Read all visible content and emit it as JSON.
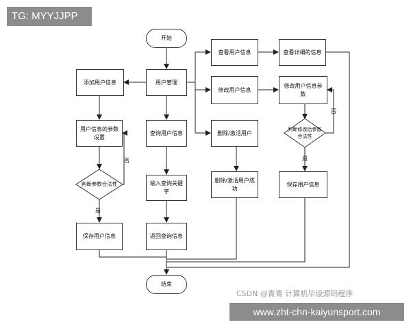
{
  "tag": "TG: MYYJJPP",
  "nodes": {
    "start": "开始",
    "user_mgmt": "用户管理",
    "add_user": "添加用户信息",
    "set_params": "用户信息的参数设置",
    "judge_params": "判断参数合法性",
    "save_left": "保存用户信息",
    "query": "查询用户信息",
    "input_keyword": "输入查询关键字",
    "return_query": "返回查询信息",
    "view": "查看用户信息",
    "view_detail": "查看详细的信息",
    "modify": "修改用户信息",
    "modify_params": "修改用户信息参数",
    "judge_modify": "判断修改后参数合法性",
    "save_right": "保存用户信息",
    "delete": "删除/激活用户",
    "delete_success": "删除/激活用户成功",
    "end": "结束"
  },
  "edge_labels": {
    "no_left": "否",
    "yes_left": "是",
    "no_right": "否",
    "yes_right": "是"
  },
  "csdn": "CSDN @青青  计算机毕设源码程序",
  "banner": "www.zht-chn-kaiyunsport.com"
}
